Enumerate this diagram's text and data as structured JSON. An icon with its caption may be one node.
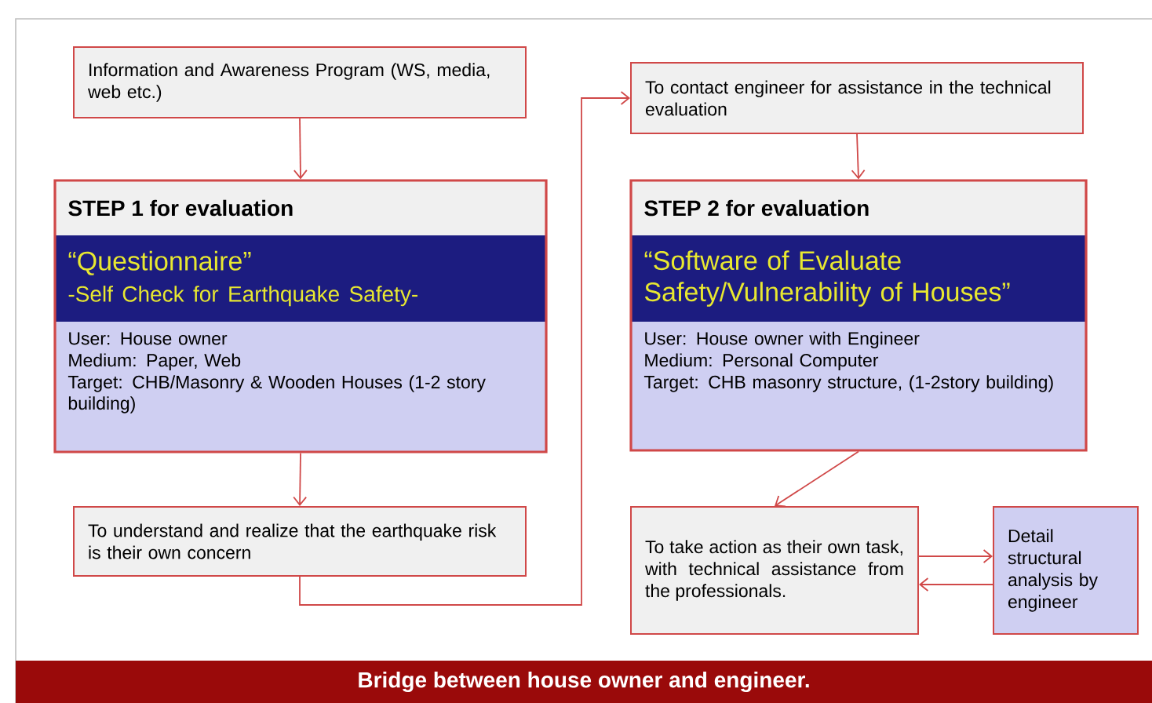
{
  "diagram": {
    "nodes": [
      {
        "text": [
          "Information and Awareness Program (WS, media, web etc.)"
        ]
      },
      {
        "text": [
          "STEP 1 for evaluation",
          "“Questionnaire”",
          "-Self Check for Earthquake Safety-",
          "User: House owner",
          "Medium: Paper, Web",
          "Target: CHB/Masonry & Wooden Houses (1-2 story building)"
        ]
      },
      {
        "text": [
          "To contact engineer for assistance in the technical evaluation"
        ]
      },
      {
        "text": [
          "STEP 2 for evaluation",
          "“Software of Evaluate Safety/Vulnerability of Houses”",
          "User: House owner with Engineer",
          "Medium: Personal Computer",
          "Target: CHB masonry structure, (1-2story building)"
        ]
      },
      {
        "text": [
          "To understand and realize that the earthquake risk is their own concern"
        ]
      },
      {
        "text": [
          "To take action as their own task, with technical assistance from the professionals."
        ]
      },
      {
        "text": [
          "Detail structural analysis by engineer"
        ]
      }
    ],
    "edges": [
      {
        "from": 0,
        "to": 1,
        "arrow": "to"
      },
      {
        "from": 1,
        "to": 4,
        "arrow": "to"
      },
      {
        "from": 4,
        "to": 2,
        "arrow": "to"
      },
      {
        "from": 2,
        "to": 3,
        "arrow": "to"
      },
      {
        "from": 3,
        "to": 5,
        "arrow": "to"
      },
      {
        "from": 5,
        "to": 6,
        "arrow": "to"
      },
      {
        "from": 6,
        "to": 5,
        "arrow": "to"
      }
    ],
    "labels": [
      "Bridge between house owner and engineer."
    ]
  }
}
